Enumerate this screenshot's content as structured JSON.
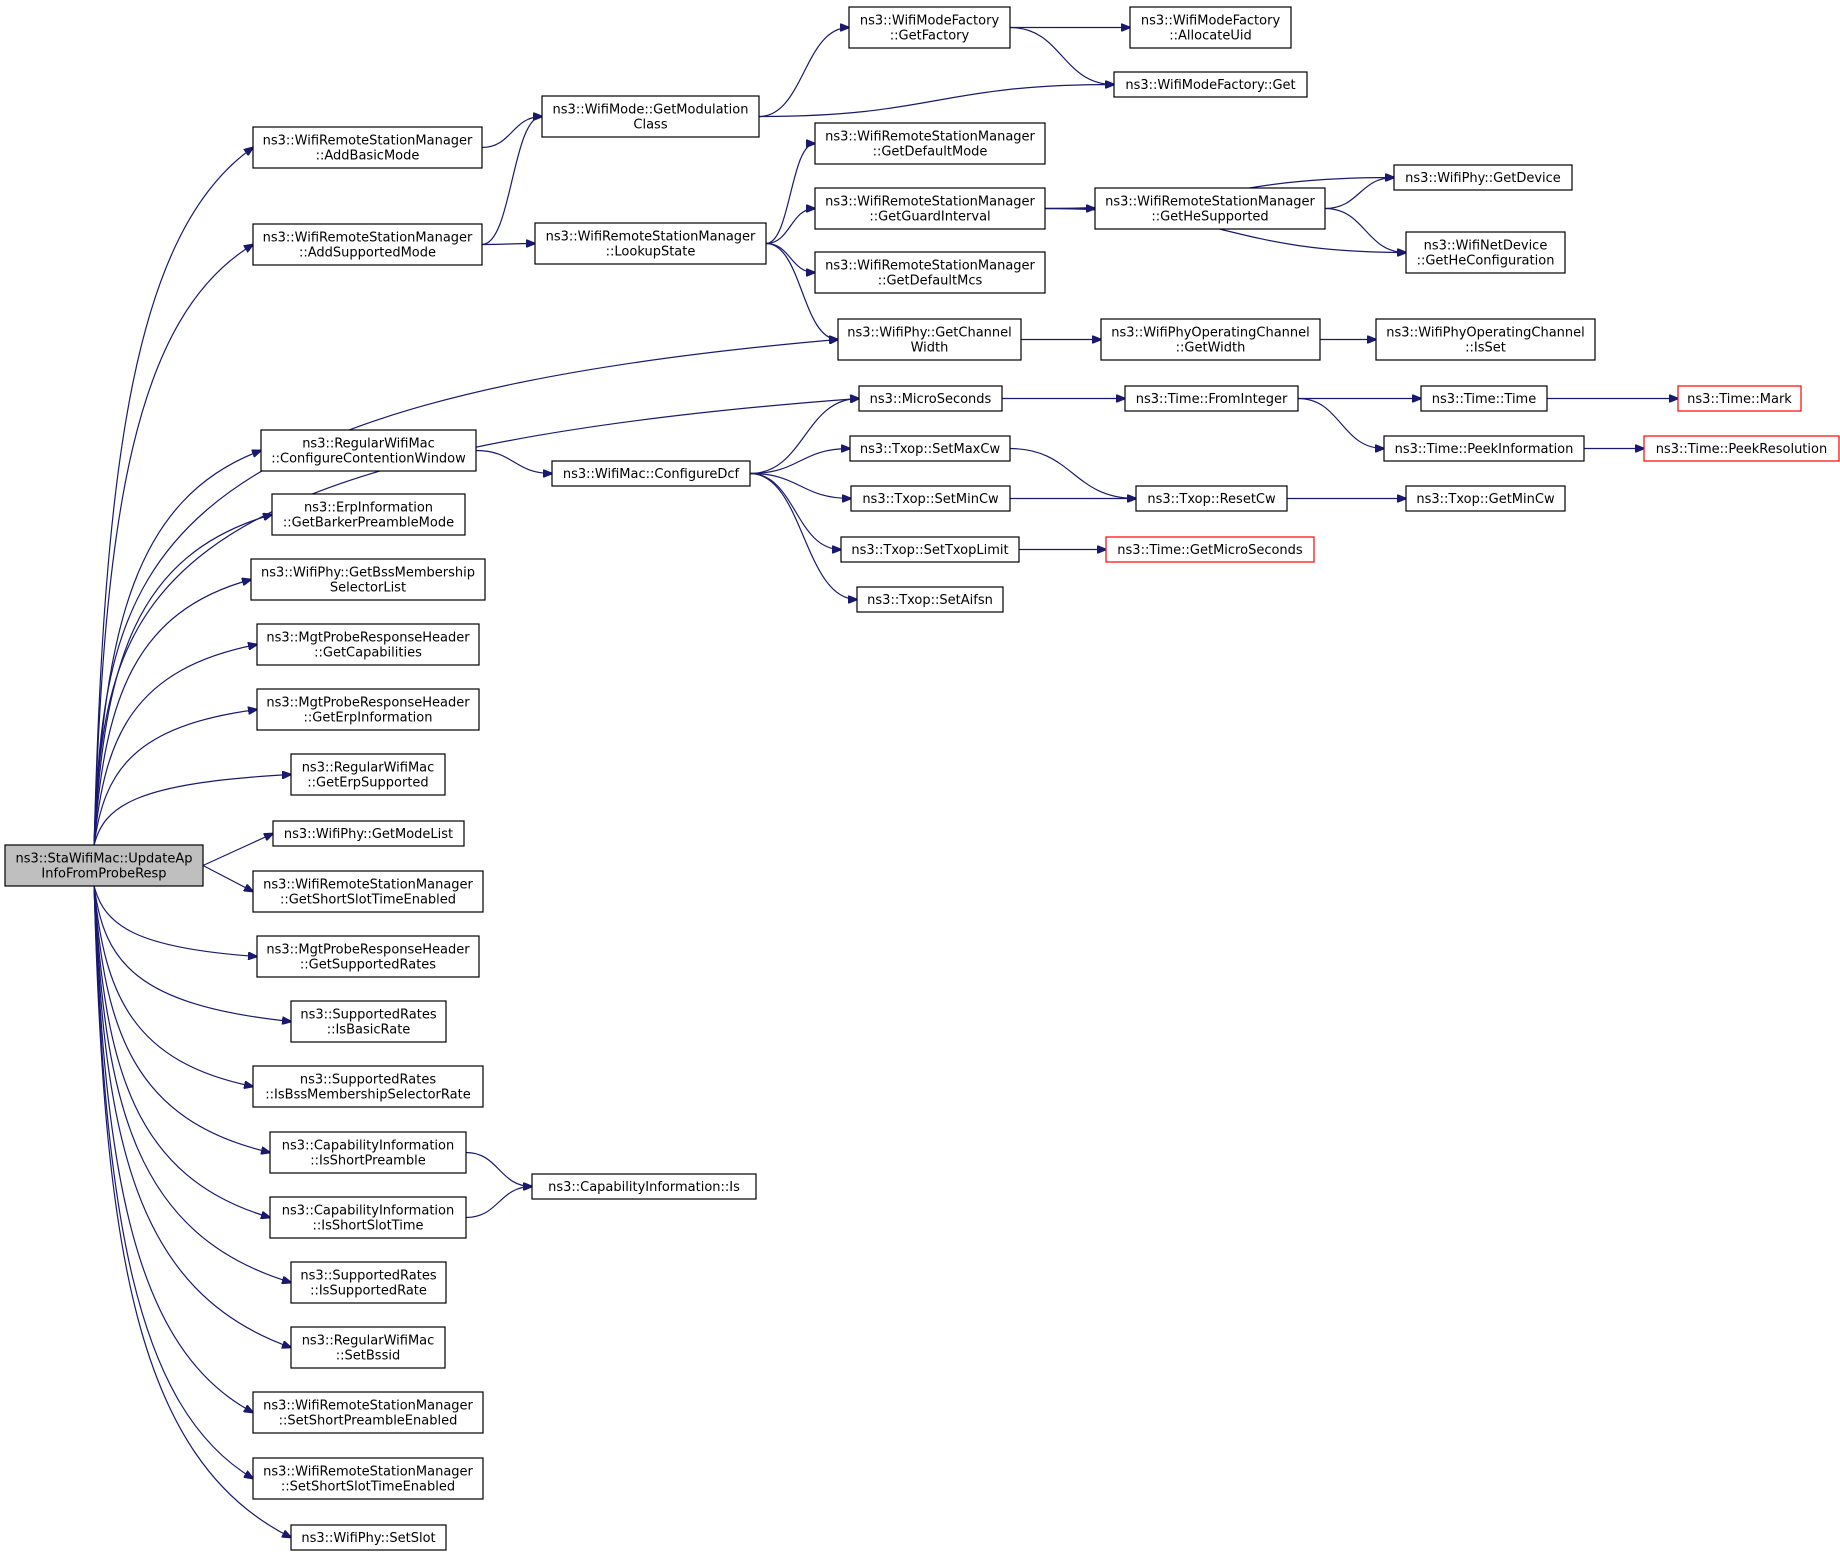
{
  "diagram": {
    "type": "call-graph",
    "colors": {
      "edge": "#191970",
      "node_border": "#000000",
      "node_fill": "#ffffff",
      "root_fill": "#bfbfbf",
      "truncated_border": "#ff0000"
    },
    "nodes": [
      {
        "id": "root",
        "lines": [
          "ns3::StaWifiMac::UpdateAp",
          "InfoFromProbeResp"
        ],
        "style": "root"
      },
      {
        "id": "addBasicMode",
        "lines": [
          "ns3::WifiRemoteStationManager",
          "::AddBasicMode"
        ]
      },
      {
        "id": "addSupportedMode",
        "lines": [
          "ns3::WifiRemoteStationManager",
          "::AddSupportedMode"
        ]
      },
      {
        "id": "configureCW",
        "lines": [
          "ns3::RegularWifiMac",
          "::ConfigureContentionWindow"
        ]
      },
      {
        "id": "getBarker",
        "lines": [
          "ns3::ErpInformation",
          "::GetBarkerPreambleMode"
        ]
      },
      {
        "id": "getBssSel",
        "lines": [
          "ns3::WifiPhy::GetBssMembership",
          "SelectorList"
        ]
      },
      {
        "id": "getCapabilities",
        "lines": [
          "ns3::MgtProbeResponseHeader",
          "::GetCapabilities"
        ]
      },
      {
        "id": "getErpInfo",
        "lines": [
          "ns3::MgtProbeResponseHeader",
          "::GetErpInformation"
        ]
      },
      {
        "id": "getErpSupported",
        "lines": [
          "ns3::RegularWifiMac",
          "::GetErpSupported"
        ]
      },
      {
        "id": "getModeList",
        "lines": [
          "ns3::WifiPhy::GetModeList"
        ]
      },
      {
        "id": "getShortSlotEn",
        "lines": [
          "ns3::WifiRemoteStationManager",
          "::GetShortSlotTimeEnabled"
        ]
      },
      {
        "id": "getSupportedRates",
        "lines": [
          "ns3::MgtProbeResponseHeader",
          "::GetSupportedRates"
        ]
      },
      {
        "id": "isBasicRate",
        "lines": [
          "ns3::SupportedRates",
          "::IsBasicRate"
        ]
      },
      {
        "id": "isBssSelRate",
        "lines": [
          "ns3::SupportedRates",
          "::IsBssMembershipSelectorRate"
        ]
      },
      {
        "id": "isShortPreamble",
        "lines": [
          "ns3::CapabilityInformation",
          "::IsShortPreamble"
        ]
      },
      {
        "id": "isShortSlotTime",
        "lines": [
          "ns3::CapabilityInformation",
          "::IsShortSlotTime"
        ]
      },
      {
        "id": "isSupportedRate",
        "lines": [
          "ns3::SupportedRates",
          "::IsSupportedRate"
        ]
      },
      {
        "id": "setBssid",
        "lines": [
          "ns3::RegularWifiMac",
          "::SetBssid"
        ]
      },
      {
        "id": "setShortPreambleEn",
        "lines": [
          "ns3::WifiRemoteStationManager",
          "::SetShortPreambleEnabled"
        ]
      },
      {
        "id": "setShortSlotEn",
        "lines": [
          "ns3::WifiRemoteStationManager",
          "::SetShortSlotTimeEnabled"
        ]
      },
      {
        "id": "setSlot",
        "lines": [
          "ns3::WifiPhy::SetSlot"
        ]
      },
      {
        "id": "getModClass",
        "lines": [
          "ns3::WifiMode::GetModulation",
          "Class"
        ]
      },
      {
        "id": "lookupState",
        "lines": [
          "ns3::WifiRemoteStationManager",
          "::LookupState"
        ]
      },
      {
        "id": "configureDcf",
        "lines": [
          "ns3::WifiMac::ConfigureDcf"
        ]
      },
      {
        "id": "capIs",
        "lines": [
          "ns3::CapabilityInformation::Is"
        ]
      },
      {
        "id": "getFactory",
        "lines": [
          "ns3::WifiModeFactory",
          "::GetFactory"
        ]
      },
      {
        "id": "getDefaultMode",
        "lines": [
          "ns3::WifiRemoteStationManager",
          "::GetDefaultMode"
        ]
      },
      {
        "id": "getGuardInterval",
        "lines": [
          "ns3::WifiRemoteStationManager",
          "::GetGuardInterval"
        ]
      },
      {
        "id": "getDefaultMcs",
        "lines": [
          "ns3::WifiRemoteStationManager",
          "::GetDefaultMcs"
        ]
      },
      {
        "id": "getChannelWidth",
        "lines": [
          "ns3::WifiPhy::GetChannel",
          "Width"
        ]
      },
      {
        "id": "microSeconds",
        "lines": [
          "ns3::MicroSeconds"
        ]
      },
      {
        "id": "setMaxCw",
        "lines": [
          "ns3::Txop::SetMaxCw"
        ]
      },
      {
        "id": "setMinCw",
        "lines": [
          "ns3::Txop::SetMinCw"
        ]
      },
      {
        "id": "setTxopLimit",
        "lines": [
          "ns3::Txop::SetTxopLimit"
        ]
      },
      {
        "id": "setAifsn",
        "lines": [
          "ns3::Txop::SetAifsn"
        ]
      },
      {
        "id": "allocateUid",
        "lines": [
          "ns3::WifiModeFactory",
          "::AllocateUid"
        ]
      },
      {
        "id": "factoryGet",
        "lines": [
          "ns3::WifiModeFactory::Get"
        ]
      },
      {
        "id": "getHeSupported",
        "lines": [
          "ns3::WifiRemoteStationManager",
          "::GetHeSupported"
        ]
      },
      {
        "id": "opGetWidth",
        "lines": [
          "ns3::WifiPhyOperatingChannel",
          "::GetWidth"
        ]
      },
      {
        "id": "fromInteger",
        "lines": [
          "ns3::Time::FromInteger"
        ]
      },
      {
        "id": "resetCw",
        "lines": [
          "ns3::Txop::ResetCw"
        ]
      },
      {
        "id": "getMicroSeconds",
        "lines": [
          "ns3::Time::GetMicroSeconds"
        ],
        "style": "truncated"
      },
      {
        "id": "getDevice",
        "lines": [
          "ns3::WifiPhy::GetDevice"
        ]
      },
      {
        "id": "getHeConfig",
        "lines": [
          "ns3::WifiNetDevice",
          "::GetHeConfiguration"
        ]
      },
      {
        "id": "opIsSet",
        "lines": [
          "ns3::WifiPhyOperatingChannel",
          "::IsSet"
        ]
      },
      {
        "id": "timeTime",
        "lines": [
          "ns3::Time::Time"
        ]
      },
      {
        "id": "peekInfo",
        "lines": [
          "ns3::Time::PeekInformation"
        ]
      },
      {
        "id": "getMinCw",
        "lines": [
          "ns3::Txop::GetMinCw"
        ]
      },
      {
        "id": "timeMark",
        "lines": [
          "ns3::Time::Mark"
        ],
        "style": "truncated"
      },
      {
        "id": "peekResolution",
        "lines": [
          "ns3::Time::PeekResolution"
        ],
        "style": "truncated"
      }
    ],
    "edges": [
      [
        "root",
        "addBasicMode"
      ],
      [
        "root",
        "addSupportedMode"
      ],
      [
        "root",
        "getChannelWidth"
      ],
      [
        "root",
        "microSeconds"
      ],
      [
        "root",
        "configureCW"
      ],
      [
        "root",
        "getBarker"
      ],
      [
        "root",
        "getBssSel"
      ],
      [
        "root",
        "getCapabilities"
      ],
      [
        "root",
        "getErpInfo"
      ],
      [
        "root",
        "getErpSupported"
      ],
      [
        "root",
        "getModeList"
      ],
      [
        "root",
        "getShortSlotEn"
      ],
      [
        "root",
        "getSupportedRates"
      ],
      [
        "root",
        "isBasicRate"
      ],
      [
        "root",
        "isBssSelRate"
      ],
      [
        "root",
        "isShortPreamble"
      ],
      [
        "root",
        "isShortSlotTime"
      ],
      [
        "root",
        "isSupportedRate"
      ],
      [
        "root",
        "setBssid"
      ],
      [
        "root",
        "setShortPreambleEn"
      ],
      [
        "root",
        "setShortSlotEn"
      ],
      [
        "root",
        "setSlot"
      ],
      [
        "addBasicMode",
        "getModClass"
      ],
      [
        "addSupportedMode",
        "getModClass"
      ],
      [
        "addSupportedMode",
        "lookupState"
      ],
      [
        "configureCW",
        "configureDcf"
      ],
      [
        "isShortPreamble",
        "capIs"
      ],
      [
        "isShortSlotTime",
        "capIs"
      ],
      [
        "getModClass",
        "getFactory"
      ],
      [
        "getModClass",
        "factoryGet"
      ],
      [
        "lookupState",
        "getDefaultMode"
      ],
      [
        "lookupState",
        "getGuardInterval"
      ],
      [
        "lookupState",
        "getDefaultMcs"
      ],
      [
        "lookupState",
        "getChannelWidth"
      ],
      [
        "configureDcf",
        "microSeconds"
      ],
      [
        "configureDcf",
        "setMaxCw"
      ],
      [
        "configureDcf",
        "setMinCw"
      ],
      [
        "configureDcf",
        "setTxopLimit"
      ],
      [
        "configureDcf",
        "setAifsn"
      ],
      [
        "getFactory",
        "allocateUid"
      ],
      [
        "getFactory",
        "factoryGet"
      ],
      [
        "getGuardInterval",
        "getDevice"
      ],
      [
        "getGuardInterval",
        "getHeSupported"
      ],
      [
        "getGuardInterval",
        "getHeConfig"
      ],
      [
        "getHeSupported",
        "getDevice"
      ],
      [
        "getHeSupported",
        "getHeConfig"
      ],
      [
        "getChannelWidth",
        "opGetWidth"
      ],
      [
        "opGetWidth",
        "opIsSet"
      ],
      [
        "microSeconds",
        "fromInteger"
      ],
      [
        "fromInteger",
        "timeTime"
      ],
      [
        "fromInteger",
        "peekInfo"
      ],
      [
        "timeTime",
        "timeMark"
      ],
      [
        "peekInfo",
        "peekResolution"
      ],
      [
        "setMaxCw",
        "resetCw"
      ],
      [
        "setMinCw",
        "resetCw"
      ],
      [
        "resetCw",
        "getMinCw"
      ],
      [
        "setTxopLimit",
        "getMicroSeconds"
      ]
    ]
  }
}
